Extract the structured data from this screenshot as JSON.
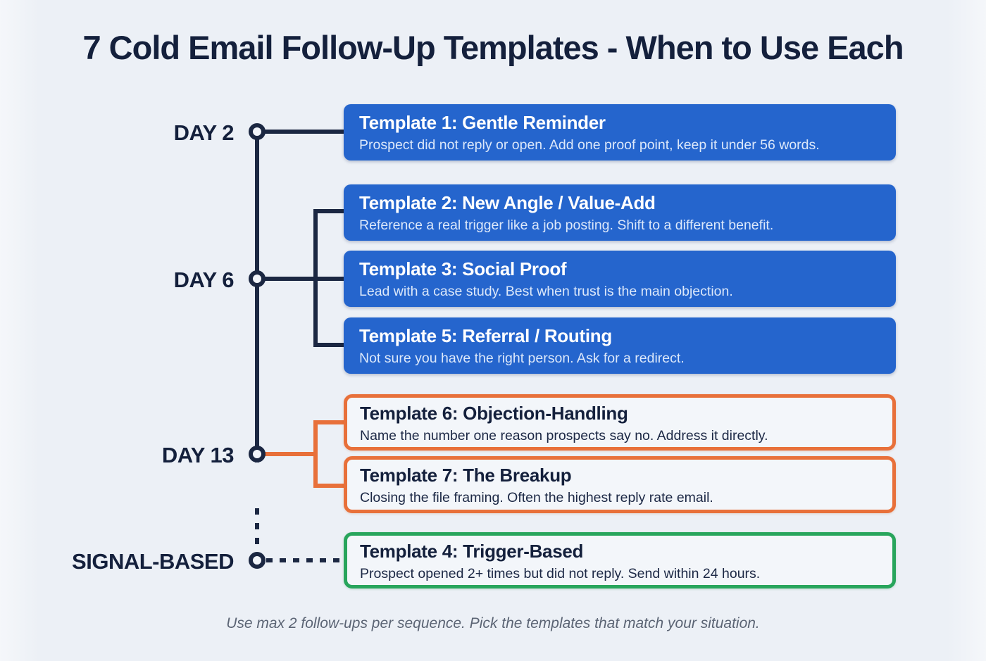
{
  "title": "7 Cold Email Follow-Up Templates - When to Use Each",
  "footer": "Use max 2 follow-ups per sequence. Pick the templates that match your situation.",
  "colors": {
    "background": "#edf0f6",
    "line_navy": "#1b2742",
    "card_blue": "#2565cd",
    "accent_orange": "#e8703a",
    "accent_green": "#28a55c",
    "text_dark": "#14203c"
  },
  "timeline": {
    "labels": [
      {
        "id": "day-2",
        "text": "DAY 2"
      },
      {
        "id": "day-6",
        "text": "DAY 6"
      },
      {
        "id": "day-13",
        "text": "DAY 13"
      },
      {
        "id": "signal-based",
        "text": "SIGNAL-BASED"
      }
    ]
  },
  "cards": [
    {
      "id": "template-1",
      "style": "blue",
      "title": "Template 1: Gentle Reminder",
      "description": "Prospect did not reply or open. Add one proof point, keep it under 56 words."
    },
    {
      "id": "template-2",
      "style": "blue",
      "title": "Template 2: New Angle / Value-Add",
      "description": "Reference a real trigger like a job posting. Shift to a different benefit."
    },
    {
      "id": "template-3",
      "style": "blue",
      "title": "Template 3: Social Proof",
      "description": "Lead with a case study. Best when trust is the main objection."
    },
    {
      "id": "template-5",
      "style": "blue",
      "title": "Template 5: Referral / Routing",
      "description": "Not sure you have the right person. Ask for a redirect."
    },
    {
      "id": "template-6",
      "style": "outline-orange",
      "title": "Template 6: Objection-Handling",
      "description": "Name the number one reason prospects say no. Address it directly."
    },
    {
      "id": "template-7",
      "style": "outline-orange",
      "title": "Template 7: The Breakup",
      "description": "Closing the file framing. Often the highest reply rate email."
    },
    {
      "id": "template-4",
      "style": "outline-green",
      "title": "Template 4: Trigger-Based",
      "description": "Prospect opened 2+ times but did not reply. Send within 24 hours."
    }
  ]
}
